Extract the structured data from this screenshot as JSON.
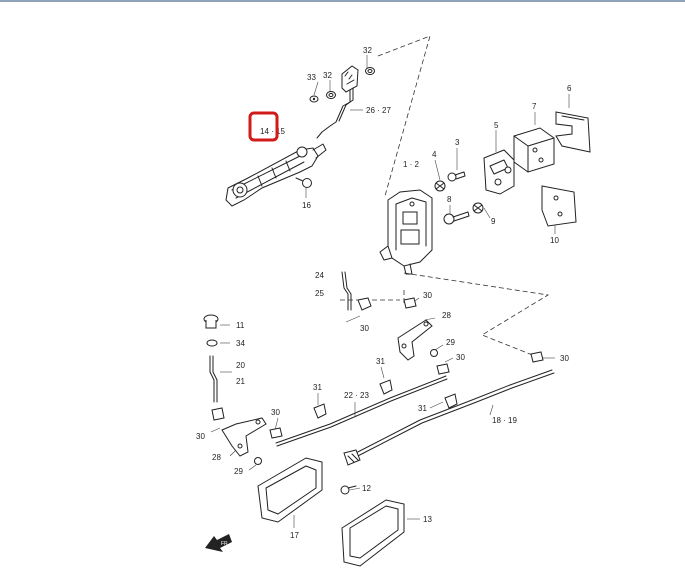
{
  "highlight_color": "#d11a1a",
  "callouts": {
    "c33": "33",
    "c32a": "32",
    "c32b": "32",
    "c26_27": "26 · 27",
    "c14_15": "14 · 15",
    "c16": "16",
    "c1_2": "1 · 2",
    "c4": "4",
    "c3": "3",
    "c5": "5",
    "c7": "7",
    "c6": "6",
    "c8": "8",
    "c9": "9",
    "c10": "10",
    "c24": "24",
    "c25": "25",
    "c30a": "30",
    "c30b": "30",
    "c28a": "28",
    "c29a": "29",
    "c30c": "30",
    "c31a": "31",
    "c30d": "30",
    "c11": "11",
    "c34": "34",
    "c20": "20",
    "c21": "21",
    "c31b": "31",
    "c22_23": "22 · 23",
    "c31c": "31",
    "c18_19": "18 · 19",
    "c30e": "30",
    "c30f": "30",
    "c28b": "28",
    "c29b": "29",
    "c12": "12",
    "c13": "13",
    "c17": "17"
  },
  "icons": {
    "front_arrow": "front-arrow-icon"
  }
}
